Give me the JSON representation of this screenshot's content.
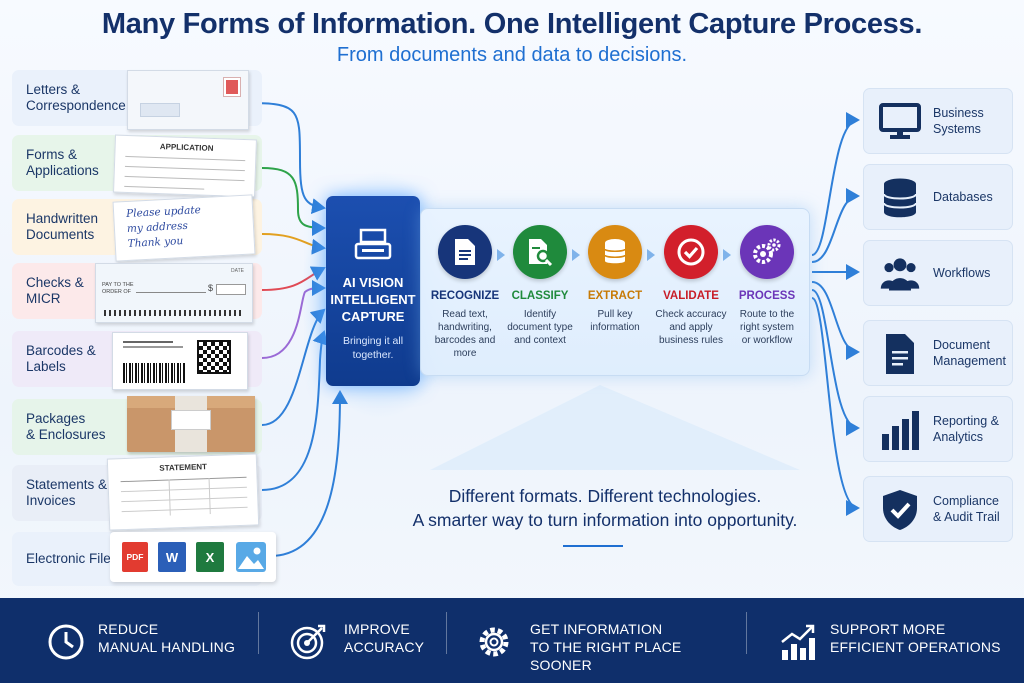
{
  "header": {
    "title": "Many Forms of Information. One Intelligent Capture Process.",
    "subtitle": "From documents and data to decisions."
  },
  "inputs": [
    {
      "label": "Letters &\nCorrespondence",
      "color": "#eaf1fb"
    },
    {
      "label": "Forms &\nApplications",
      "color": "#e7f5ea"
    },
    {
      "label": "Handwritten\nDocuments",
      "color": "#fdf3e2"
    },
    {
      "label": "Checks &\nMICR",
      "color": "#fce9ea"
    },
    {
      "label": "Barcodes &\nLabels",
      "color": "#efeaf8"
    },
    {
      "label": "Packages\n& Enclosures",
      "color": "#e6f4ea"
    },
    {
      "label": "Statements &\nInvoices",
      "color": "#e9eef7"
    },
    {
      "label": "Electronic Files",
      "color": "#eaf1fb"
    }
  ],
  "thumbs": {
    "application": "APPLICATION",
    "handwriting": "Please update\nmy address\nThank you",
    "check_payto": "PAY TO THE\nORDER OF",
    "check_dollar": "$",
    "check_date": "DATE",
    "statement": "STATEMENT",
    "pdf": "PDF",
    "word": "W",
    "excel": "X"
  },
  "capture": {
    "title": "AI VISION\nINTELLIGENT\nCAPTURE",
    "subtitle": "Bringing it all\ntogether."
  },
  "steps": [
    {
      "title": "RECOGNIZE",
      "desc": "Read text,\nhandwriting,\nbarcodes and\nmore",
      "color": "#17357a",
      "title_color": "#17357a",
      "icon": "document-icon"
    },
    {
      "title": "CLASSIFY",
      "desc": "Identify\ndocument type\nand context",
      "color": "#1f8a3c",
      "title_color": "#1f8a3c",
      "icon": "classify-icon"
    },
    {
      "title": "EXTRACT",
      "desc": "Pull key\ninformation",
      "color": "#d98a12",
      "title_color": "#c77a06",
      "icon": "database-icon"
    },
    {
      "title": "VALIDATE",
      "desc": "Check accuracy\nand apply\nbusiness rules",
      "color": "#d21f2b",
      "title_color": "#c81d28",
      "icon": "check-icon"
    },
    {
      "title": "PROCESS",
      "desc": "Route to the\nright system\nor workflow",
      "color": "#6b35b8",
      "title_color": "#6b35b8",
      "icon": "gears-icon"
    }
  ],
  "tagline": {
    "line1": "Different formats. Different technologies.",
    "line2": "A smarter way to turn information into opportunity."
  },
  "outputs": [
    {
      "label": "Business\nSystems",
      "icon": "monitor-icon"
    },
    {
      "label": "Databases",
      "icon": "database-icon"
    },
    {
      "label": "Workflows",
      "icon": "people-icon"
    },
    {
      "label": "Document\nManagement",
      "icon": "document-icon"
    },
    {
      "label": "Reporting &\nAnalytics",
      "icon": "bar-chart-icon"
    },
    {
      "label": "Compliance\n& Audit Trail",
      "icon": "shield-check-icon"
    }
  ],
  "benefits": [
    {
      "text": "REDUCE\nMANUAL HANDLING",
      "icon": "clock-icon"
    },
    {
      "text": "IMPROVE\nACCURACY",
      "icon": "target-icon"
    },
    {
      "text": "GET INFORMATION\nTO THE RIGHT PLACE SOONER",
      "icon": "gear-icon"
    },
    {
      "text": "SUPPORT MORE\nEFFICIENT OPERATIONS",
      "icon": "growth-chart-icon"
    }
  ],
  "colors": {
    "navy": "#0f2f6b",
    "accent": "#1f6fd1",
    "connector": "#2f7fd8"
  }
}
